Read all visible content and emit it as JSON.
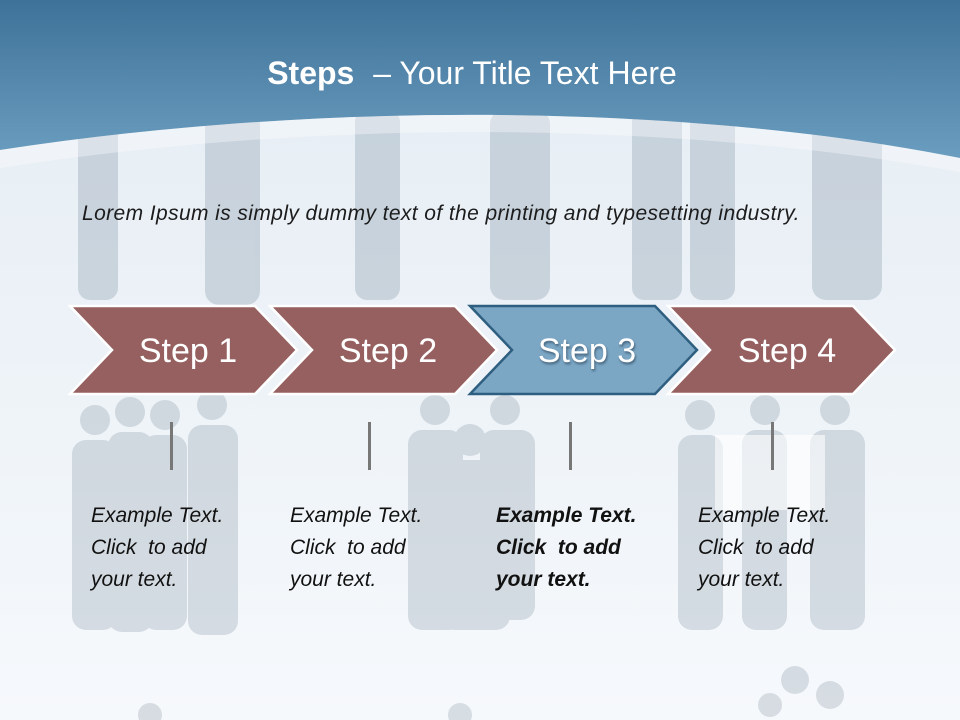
{
  "title": {
    "bold": "Steps",
    "rest": "– Your Title Text Here"
  },
  "intro": "Lorem Ipsum is simply dummy text of the printing and typesetting industry.",
  "steps": [
    {
      "label": "Step 1",
      "text": [
        "Example Text.",
        "Click  to add",
        "your text."
      ]
    },
    {
      "label": "Step 2",
      "text": [
        "Example Text.",
        "Click  to add",
        "your text."
      ]
    },
    {
      "label": "Step 3",
      "text": [
        "Example Text.",
        "Click  to add",
        "your text."
      ],
      "active": true
    },
    {
      "label": "Step 4",
      "text": [
        "Example Text.",
        "Click  to add",
        "your text."
      ]
    }
  ],
  "colors": {
    "header": "#4f86a9",
    "step": "#95605f",
    "step_active": "#7ba6c4",
    "step_border": "#ffffff",
    "step_active_border": "#2f5f80"
  }
}
